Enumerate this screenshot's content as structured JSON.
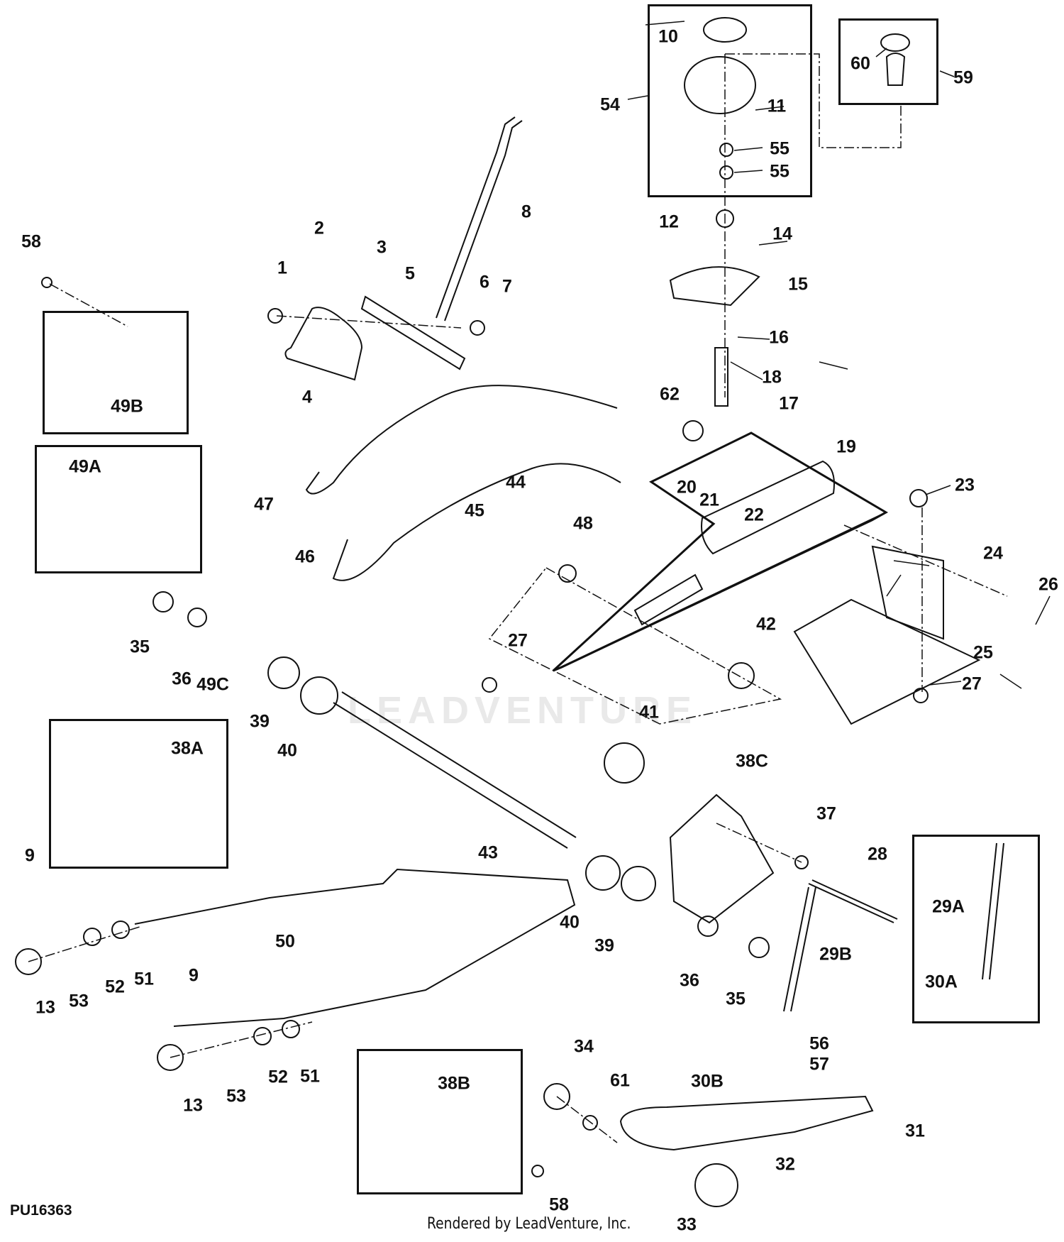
{
  "diagram": {
    "figure_id": "PU16363",
    "credit": "Rendered by LeadVenture, Inc.",
    "watermark": "LEADVENTURE",
    "callouts": {
      "c1": "1",
      "c2": "2",
      "c3": "3",
      "c4": "4",
      "c5": "5",
      "c6": "6",
      "c7": "7",
      "c8": "8",
      "c9a": "9",
      "c9b": "9",
      "c10": "10",
      "c11": "11",
      "c12": "12",
      "c13a": "13",
      "c13b": "13",
      "c14": "14",
      "c15": "15",
      "c16": "16",
      "c17": "17",
      "c18": "18",
      "c19": "19",
      "c20": "20",
      "c21": "21",
      "c22": "22",
      "c23": "23",
      "c24": "24",
      "c25": "25",
      "c26": "26",
      "c27a": "27",
      "c27b": "27",
      "c28": "28",
      "c29A": "29A",
      "c29B": "29B",
      "c30A": "30A",
      "c30B": "30B",
      "c31": "31",
      "c32": "32",
      "c33": "33",
      "c34": "34",
      "c35a": "35",
      "c35b": "35",
      "c36a": "36",
      "c36b": "36",
      "c37": "37",
      "c38A": "38A",
      "c38B": "38B",
      "c38C": "38C",
      "c39a": "39",
      "c39b": "39",
      "c40a": "40",
      "c40b": "40",
      "c41": "41",
      "c42": "42",
      "c43": "43",
      "c44": "44",
      "c45": "45",
      "c46": "46",
      "c47": "47",
      "c48": "48",
      "c49A": "49A",
      "c49B": "49B",
      "c49C": "49C",
      "c50": "50",
      "c51a": "51",
      "c51b": "51",
      "c52a": "52",
      "c52b": "52",
      "c53a": "53",
      "c53b": "53",
      "c54": "54",
      "c55a": "55",
      "c55b": "55",
      "c56": "56",
      "c57": "57",
      "c58a": "58",
      "c58b": "58",
      "c59": "59",
      "c60": "60",
      "c61": "61",
      "c62": "62"
    }
  }
}
